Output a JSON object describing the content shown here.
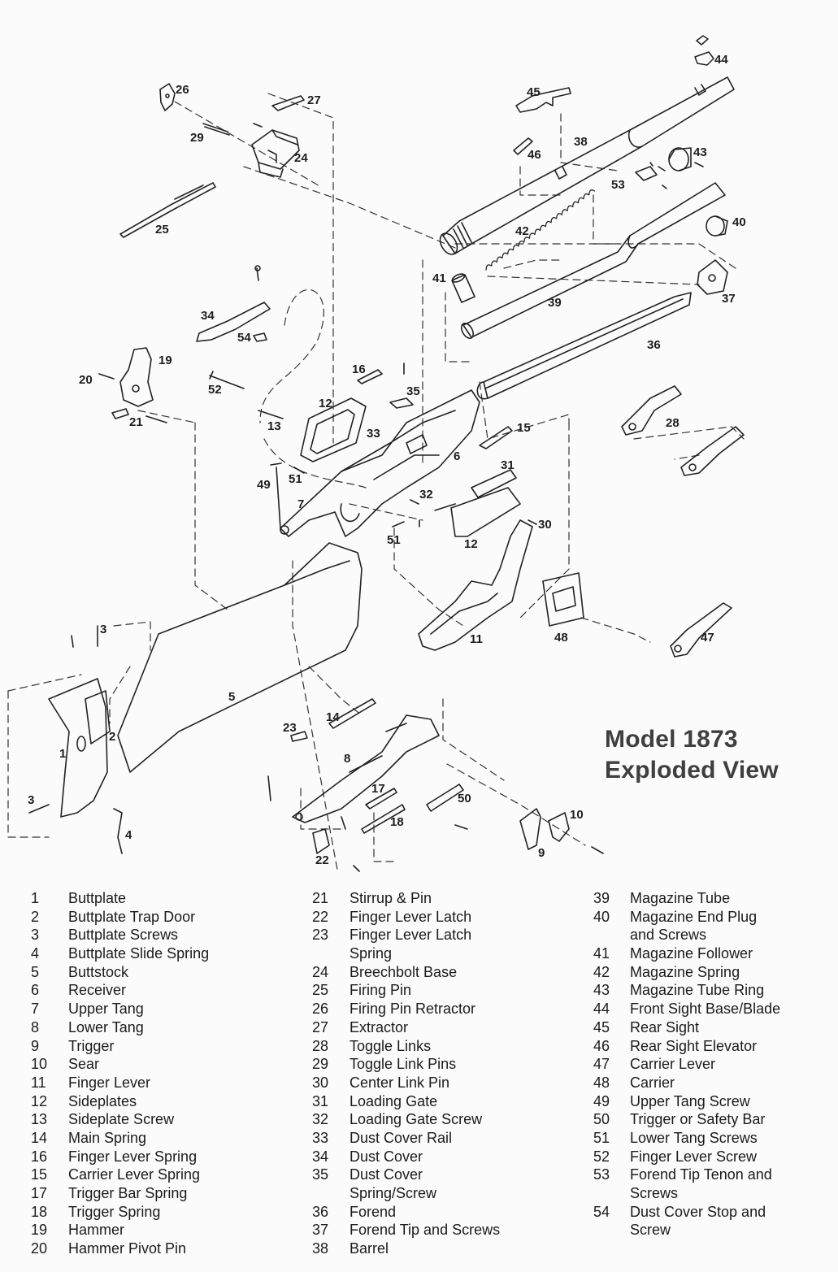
{
  "title": {
    "line1": "Model 1873",
    "line2": "Exploded View"
  },
  "callouts": [
    "44",
    "26",
    "27",
    "45",
    "29",
    "24",
    "38",
    "43",
    "46",
    "53",
    "25",
    "40",
    "42",
    "41",
    "37",
    "34",
    "39",
    "54",
    "36",
    "19",
    "16",
    "35",
    "20",
    "52",
    "12",
    "28",
    "21",
    "13",
    "15",
    "33",
    "6",
    "51",
    "31",
    "49",
    "7",
    "32",
    "51",
    "12",
    "30",
    "11",
    "48",
    "47",
    "3",
    "5",
    "14",
    "23",
    "2",
    "1",
    "8",
    "17",
    "50",
    "10",
    "3",
    "18",
    "4",
    "22",
    "9"
  ],
  "legend": {
    "col1": [
      {
        "num": "1",
        "name": "Buttplate"
      },
      {
        "num": "2",
        "name": "Buttplate Trap Door"
      },
      {
        "num": "3",
        "name": "Buttplate Screws"
      },
      {
        "num": "4",
        "name": "Buttplate Slide Spring"
      },
      {
        "num": "5",
        "name": "Buttstock"
      },
      {
        "num": "6",
        "name": "Receiver"
      },
      {
        "num": "7",
        "name": "Upper Tang"
      },
      {
        "num": "8",
        "name": "Lower Tang"
      },
      {
        "num": "9",
        "name": "Trigger"
      },
      {
        "num": "10",
        "name": "Sear"
      },
      {
        "num": "11",
        "name": "Finger Lever"
      },
      {
        "num": "12",
        "name": "Sideplates"
      },
      {
        "num": "13",
        "name": "Sideplate Screw"
      },
      {
        "num": "14",
        "name": "Main Spring"
      },
      {
        "num": "16",
        "name": "Finger Lever Spring"
      },
      {
        "num": "15",
        "name": "Carrier Lever Spring"
      },
      {
        "num": "17",
        "name": "Trigger Bar Spring"
      },
      {
        "num": "18",
        "name": "Trigger Spring"
      },
      {
        "num": "19",
        "name": "Hammer"
      },
      {
        "num": "20",
        "name": "Hammer Pivot Pin"
      }
    ],
    "col2": [
      {
        "num": "21",
        "name": "Stirrup & Pin"
      },
      {
        "num": "22",
        "name": "Finger Lever Latch"
      },
      {
        "num": "23",
        "name": "Finger Lever Latch",
        "name2": "Spring"
      },
      {
        "num": "24",
        "name": "Breechbolt Base"
      },
      {
        "num": "25",
        "name": "Firing Pin"
      },
      {
        "num": "26",
        "name": "Firing Pin Retractor"
      },
      {
        "num": "27",
        "name": "Extractor"
      },
      {
        "num": "28",
        "name": "Toggle Links"
      },
      {
        "num": "29",
        "name": "Toggle Link Pins"
      },
      {
        "num": "30",
        "name": "Center Link Pin"
      },
      {
        "num": "31",
        "name": "Loading Gate"
      },
      {
        "num": "32",
        "name": "Loading Gate Screw"
      },
      {
        "num": "33",
        "name": "Dust Cover Rail"
      },
      {
        "num": "34",
        "name": "Dust Cover"
      },
      {
        "num": "35",
        "name": "Dust Cover",
        "name2": "Spring/Screw"
      },
      {
        "num": "36",
        "name": "Forend"
      },
      {
        "num": "37",
        "name": "Forend Tip and Screws"
      },
      {
        "num": "38",
        "name": "Barrel"
      }
    ],
    "col3": [
      {
        "num": "39",
        "name": "Magazine Tube"
      },
      {
        "num": "40",
        "name": "Magazine End Plug",
        "name2": "and Screws"
      },
      {
        "num": "41",
        "name": "Magazine Follower"
      },
      {
        "num": "42",
        "name": "Magazine Spring"
      },
      {
        "num": "43",
        "name": "Magazine Tube Ring"
      },
      {
        "num": "44",
        "name": "Front Sight Base/Blade"
      },
      {
        "num": "45",
        "name": "Rear Sight"
      },
      {
        "num": "46",
        "name": "Rear Sight Elevator"
      },
      {
        "num": "47",
        "name": "Carrier Lever"
      },
      {
        "num": "48",
        "name": "Carrier"
      },
      {
        "num": "49",
        "name": "Upper Tang Screw"
      },
      {
        "num": "50",
        "name": "Trigger or Safety Bar"
      },
      {
        "num": "51",
        "name": "Lower Tang Screws"
      },
      {
        "num": "52",
        "name": "Finger Lever Screw"
      },
      {
        "num": "53",
        "name": "Forend Tip Tenon and",
        "name2": "Screws"
      },
      {
        "num": "54",
        "name": "Dust Cover Stop and",
        "name2": "Screw"
      }
    ]
  }
}
